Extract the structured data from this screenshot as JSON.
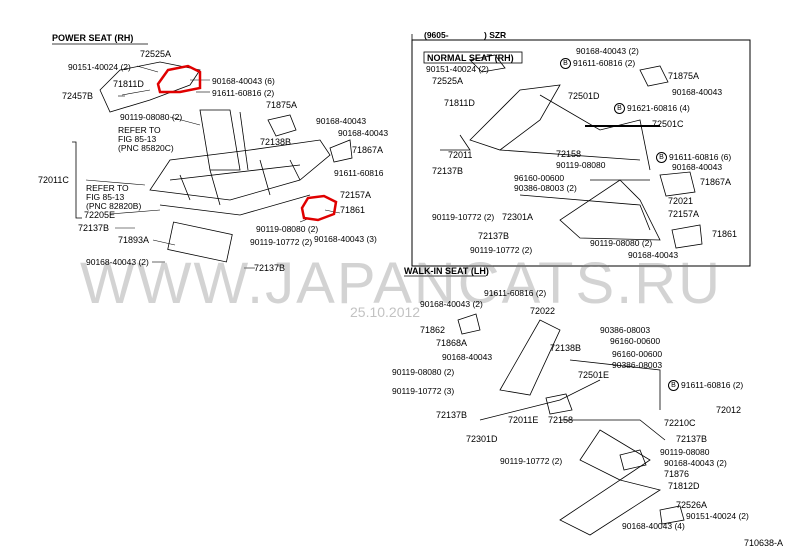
{
  "power_seat": {
    "title": "POWER SEAT (RH)",
    "labels": {
      "p72525A": "72525A",
      "p90151_40024": "90151-40024 (2)",
      "p90168_40043_6": "90168-40043 (6)",
      "p71811D": "71811D",
      "p91611_60816_2": "91611-60816 (2)",
      "p72457B": "72457B",
      "p71875A": "71875A",
      "p90119_08080_2a": "90119-08080 (2)",
      "p90168_40043": "90168-40043",
      "p90168_40043b": "90168-40043",
      "p72138B": "72138B",
      "p71867A": "71867A",
      "ref1": "REFER TO",
      "ref1b": "FIG 85-13",
      "ref1c": "(PNC 85820C)",
      "p72011C": "72011C",
      "ref2": "REFER TO",
      "ref2b": "FIG 85-13",
      "ref2c": "(PNC 82820B)",
      "p91611_60816": "91611-60816",
      "p72157A": "72157A",
      "p71861": "71861",
      "p72205E": "72205E",
      "p72137B": "72137B",
      "p71893A": "71893A",
      "p90119_08080_2b": "90119-08080 (2)",
      "p90119_10772_2": "90119-10772 (2)",
      "p90168_40043_3": "90168-40043 (3)",
      "p90168_40043_2": "90168-40043 (2)",
      "p72137B_b": "72137B"
    }
  },
  "normal_seat": {
    "period": "(9605-",
    "model": ") SZR",
    "title": "NORMAL SEAT (RH)",
    "labels": {
      "n90168_40043_2": "90168-40043 (2)",
      "n90151_40024_2": "90151-40024 (2)",
      "n91611_60816_2": "91611-60816 (2)",
      "n71875A": "71875A",
      "n72525A": "72525A",
      "n90168_40043": "90168-40043",
      "n71811D": "71811D",
      "n72501D": "72501D",
      "n91621_60816_4": "91621-60816 (4)",
      "n72501C": "72501C",
      "n72011": "72011",
      "n72158": "72158",
      "n91611_60816_6": "91611-60816 (6)",
      "n90119_08080": "90119-08080",
      "n90168_40043b": "90168-40043",
      "n72137B": "72137B",
      "n96160_00600": "96160-00600",
      "n90386_08003_2": "90386-08003 (2)",
      "n71867A": "71867A",
      "n72021": "72021",
      "n90119_10772_2": "90119-10772 (2)",
      "n72301A": "72301A",
      "n72157A": "72157A",
      "n72137B_b": "72137B",
      "n90119_08080_2": "90119-08080 (2)",
      "n71861": "71861",
      "n90119_10772_2b": "90119-10772 (2)",
      "n90168_40043_c": "90168-40043"
    },
    "circle_b": "B"
  },
  "walkin_seat": {
    "title": "WALK-IN SEAT (LH)",
    "labels": {
      "w91611_60816_2": "91611-60816 (2)",
      "w90168_40043_2": "90168-40043 (2)",
      "w72022": "72022",
      "w71862": "71862",
      "w90386_08003": "90386-08003",
      "w71868A": "71868A",
      "w96160_00600": "96160-00600",
      "w72138B": "72138B",
      "w90168_40043": "90168-40043",
      "w96160_00600b": "96160-00600",
      "w90386_08003b": "90386-08003",
      "w90119_08080_2": "90119-08080 (2)",
      "w72501E": "72501E",
      "w90119_10772_3": "90119-10772 (3)",
      "w91611_60816_2b": "91611-60816 (2)",
      "w72012": "72012",
      "w72137B": "72137B",
      "w72011E": "72011E",
      "w72158": "72158",
      "w72210C": "72210C",
      "w72301D": "72301D",
      "w72137B_b": "72137B",
      "w90119_08080": "90119-08080",
      "w90119_10772_2": "90119-10772 (2)",
      "w90168_40043_2b": "90168-40043 (2)",
      "w71876": "71876",
      "w71812D": "71812D",
      "w72526A": "72526A",
      "w90151_40024_2": "90151-40024 (2)",
      "w90168_40043_4": "90168-40043 (4)"
    }
  },
  "watermark": "WWW.JAPANCATS.RU",
  "watermark_date": "25.10.2012",
  "figure_id": "710638-A",
  "highlight_color": "#e00000"
}
